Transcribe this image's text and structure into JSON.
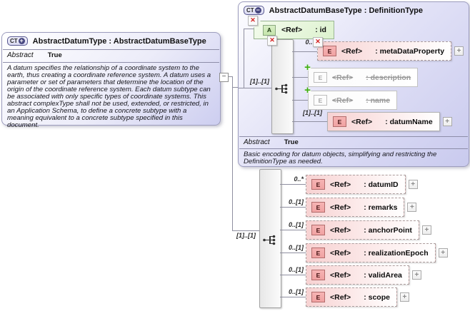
{
  "icons": {
    "ct": "CT",
    "plus": "+",
    "minus": "−",
    "deleted_x": "✕",
    "added_plus": "+",
    "element_letter": "E",
    "attribute_letter": "A"
  },
  "left_box": {
    "title": "AbstractDatumType : AbstractDatumBaseType",
    "abstract_label": "Abstract",
    "abstract_value": "True",
    "description": "A datum specifies the relationship of a coordinate system to the earth, thus creating a coordinate reference system. A datum uses a parameter or set of parameters that determine the location of the origin of the coordinate reference system. Each datum subtype can be associated with only specific types of coordinate systems. This abstract complexType shall not be used, extended, or restricted, in an Application Schema, to define a concrete subtype with a meaning equivalent to a concrete subtype specified in this document."
  },
  "right_box": {
    "title": "AbstractDatumBaseType : DefinitionType",
    "attribute": {
      "ref": "<Ref>",
      "name": ": id"
    },
    "group_cardinality": "[1]..[1]",
    "elements": [
      {
        "ref": "<Ref>",
        "name": ": metaDataProperty",
        "cardinality": "0..*"
      },
      {
        "ref": "<Ref>",
        "name": ": description",
        "cardinality": ""
      },
      {
        "ref": "<Ref>",
        "name": ": name",
        "cardinality": ""
      },
      {
        "ref": "<Ref>",
        "name": ": datumName",
        "cardinality": "[1]..[1]"
      }
    ],
    "abstract_label": "Abstract",
    "abstract_value": "True",
    "description": "Basic encoding for datum objects, simplifying and restricting the DefinitionType as needed."
  },
  "bottom_group": {
    "group_cardinality": "[1]..[1]",
    "elements": [
      {
        "ref": "<Ref>",
        "name": ": datumID",
        "cardinality": "0..*"
      },
      {
        "ref": "<Ref>",
        "name": ": remarks",
        "cardinality": "0..[1]"
      },
      {
        "ref": "<Ref>",
        "name": ": anchorPoint",
        "cardinality": "0..[1]"
      },
      {
        "ref": "<Ref>",
        "name": ": realizationEpoch",
        "cardinality": "0..[1]"
      },
      {
        "ref": "<Ref>",
        "name": ": validArea",
        "cardinality": "0..[1]"
      },
      {
        "ref": "<Ref>",
        "name": ": scope",
        "cardinality": "0..[1]"
      }
    ]
  },
  "colors": {
    "lavender": "#cdcef0",
    "pink": "#f7d2d2",
    "green": "#ddf2cf",
    "deleted_red": "#d41f1f",
    "added_green": "#3fae12"
  }
}
